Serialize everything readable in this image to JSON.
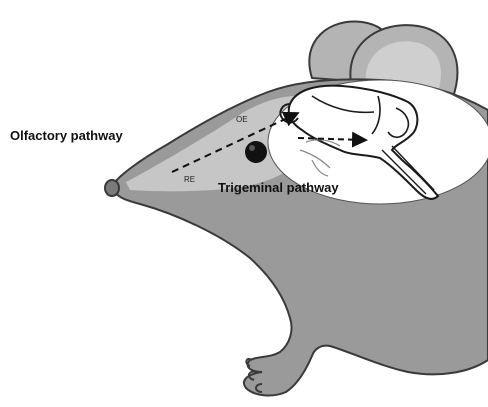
{
  "labels": {
    "olfactory_pathway": "Olfactory pathway",
    "trigeminal_pathway": "Trigeminal pathway",
    "oe": "OE",
    "re": "RE"
  },
  "icons": {
    "animal": "rodent-head-illustration",
    "brain": "brain-outline-icon",
    "ganglion": "trigeminal-ganglion-dot"
  },
  "colors": {
    "body_fill": "#9a9a9a",
    "body_stroke": "#3a3a3a",
    "ear_fill": "#b4b4b4",
    "nasal_region": "#c6c6c6",
    "brain_ellipse": "#ffffff",
    "pathway_arrow": "#111111"
  }
}
